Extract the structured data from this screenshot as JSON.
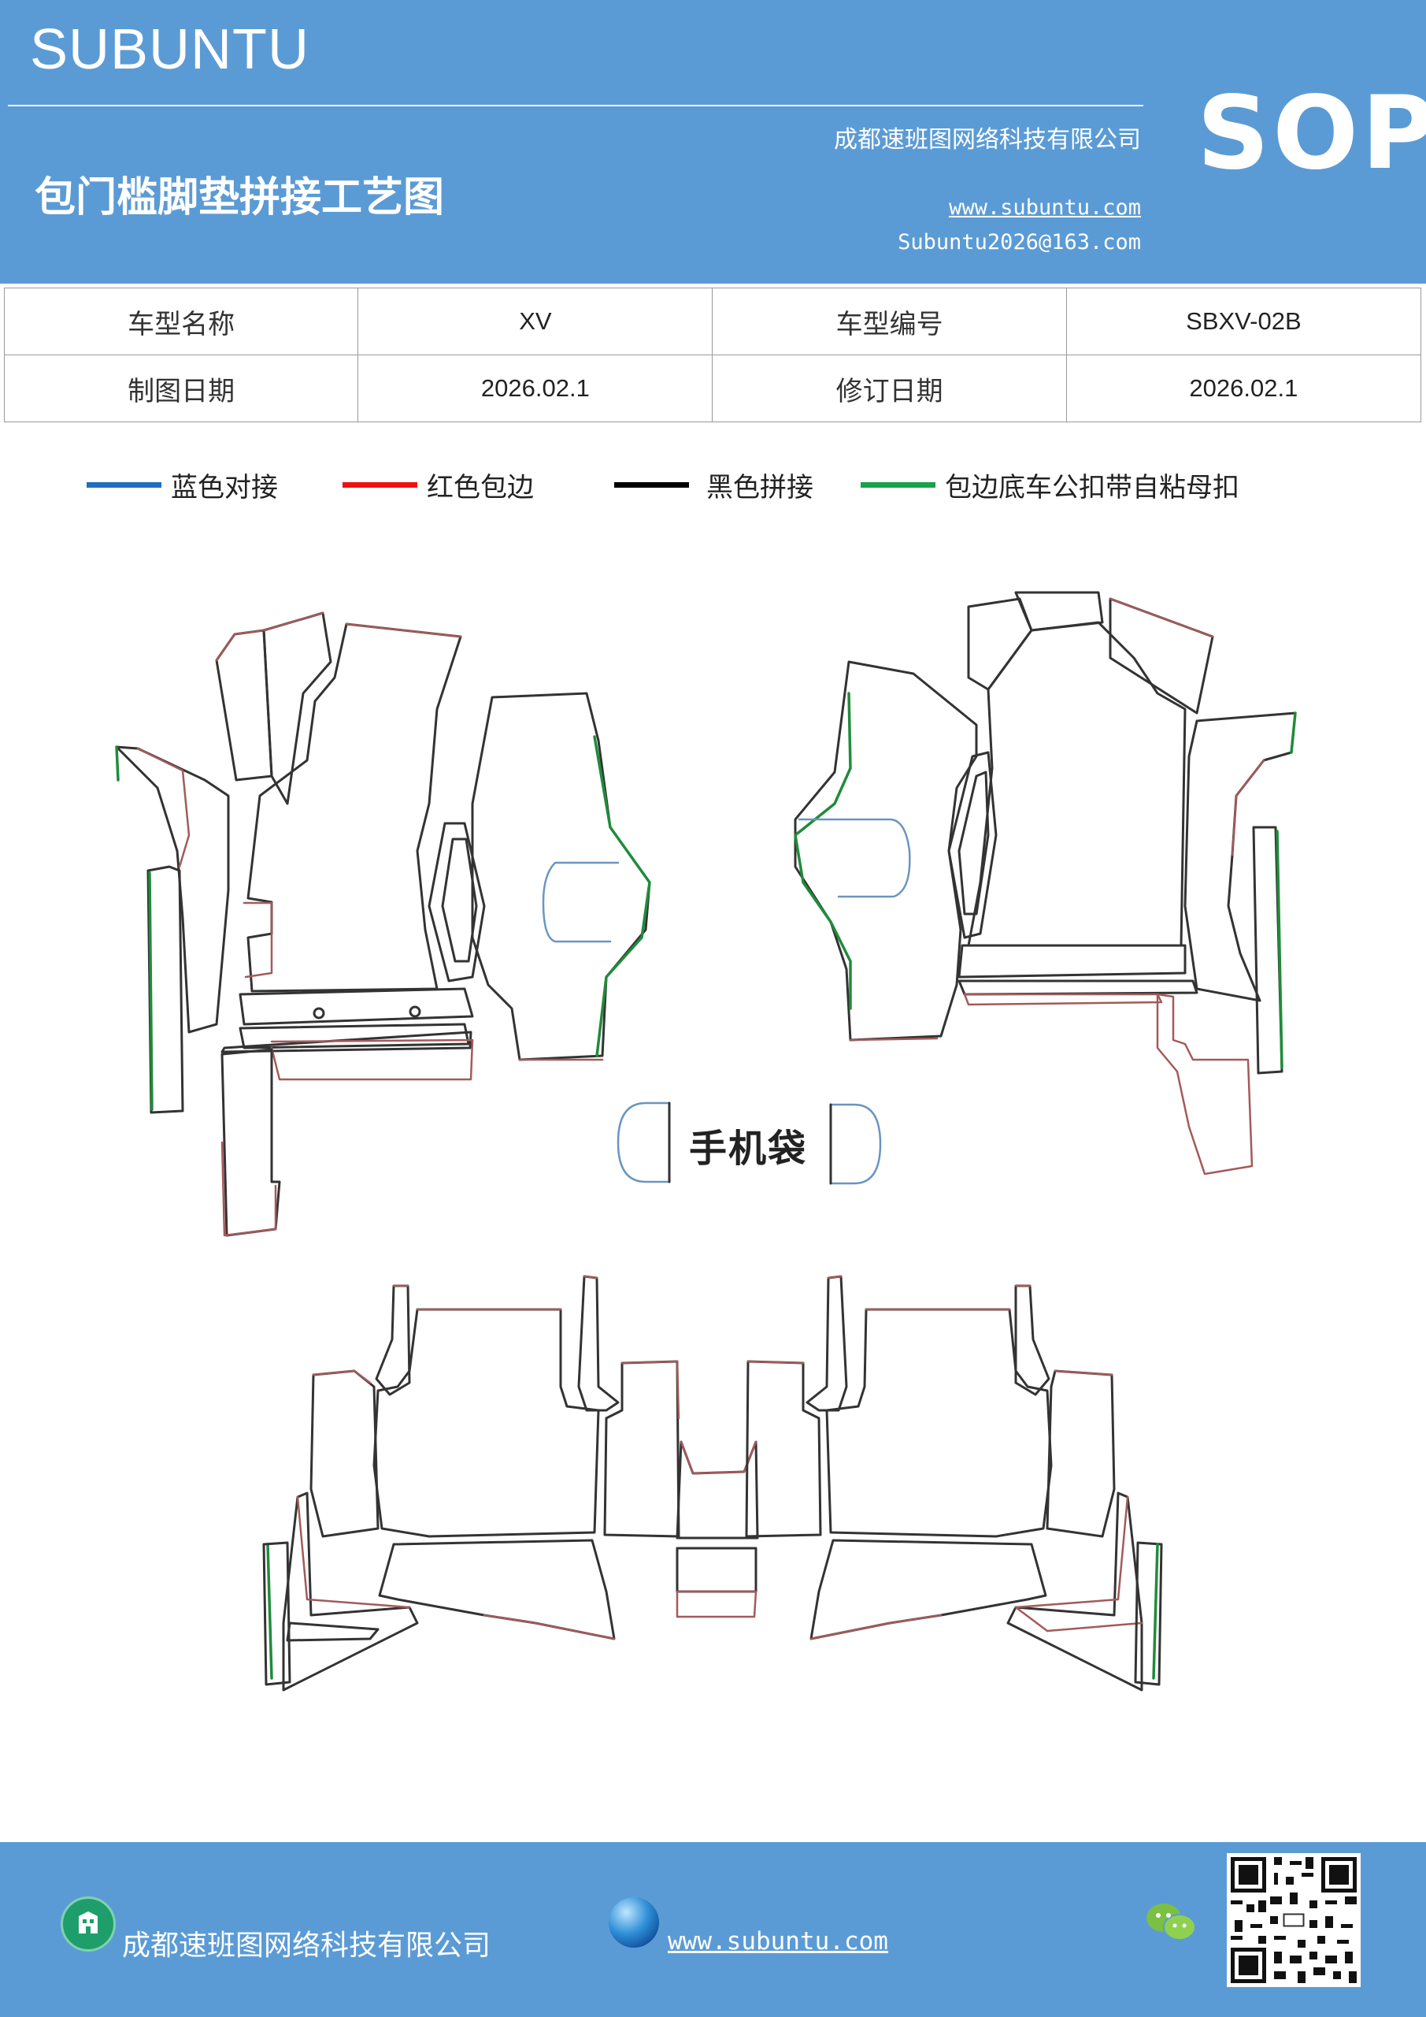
{
  "header": {
    "brand": "SUBUNTU",
    "title": "包门槛脚垫拼接工艺图",
    "company": "成都速班图网络科技有限公司",
    "website": "www.subuntu.com",
    "email": "Subuntu2026@163.com",
    "badge": "SOP",
    "background_color": "#5b9bd5"
  },
  "info_table": {
    "model_name_label": "车型名称",
    "model_name_value": "XV",
    "model_code_label": "车型编号",
    "model_code_value": "SBXV-02B",
    "draw_date_label": "制图日期",
    "draw_date_value": "2026.02.1",
    "revise_date_label": "修订日期",
    "revise_date_value": "2026.02.1"
  },
  "legend": [
    {
      "label": "蓝色对接",
      "color": "#1f6fbf"
    },
    {
      "label": "红色包边",
      "color": "#ee1111"
    },
    {
      "label": "黑色拼接",
      "color": "#000000"
    },
    {
      "label": "包边底车公扣带自粘母扣",
      "color": "#18a24a"
    }
  ],
  "drawing": {
    "phone_pocket_label": "手机袋"
  },
  "footer": {
    "company": "成都速班图网络科技有限公司",
    "website": "www.subuntu.com",
    "icons": [
      "company-icon",
      "globe-icon",
      "wechat-icon",
      "qr-code"
    ]
  }
}
